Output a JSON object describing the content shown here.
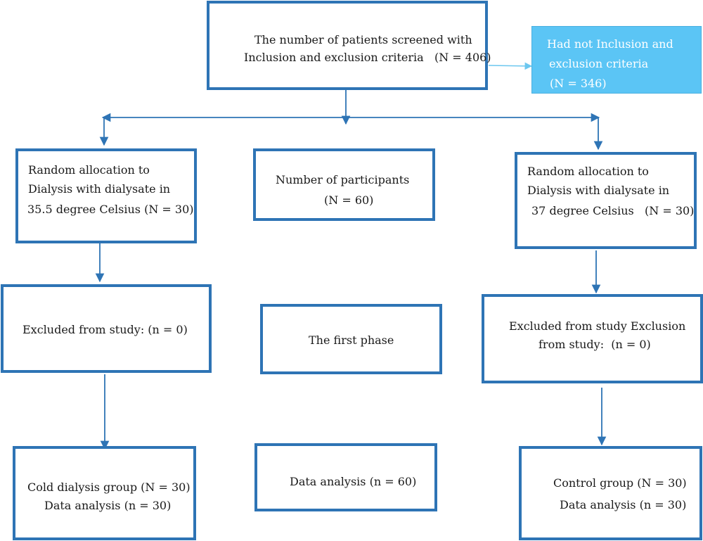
{
  "colors": {
    "box_border": "#2e74b5",
    "arrow": "#2e74b5",
    "side_fill": "#5bc5f5",
    "side_text": "#ffffff",
    "side_arrow": "#6cc7ef"
  },
  "screened": {
    "line1": "The number of patients screened with",
    "line2": "Inclusion and exclusion criteria   (N = 406)"
  },
  "not_included": {
    "line1": "Had not Inclusion and",
    "line2": "exclusion criteria",
    "line3": "(N = 346)"
  },
  "left_allocation": {
    "line1": "Random allocation to",
    "line2": "Dialysis with dialysate in",
    "line3": "35.5 degree Celsius (N = 30)"
  },
  "participants": {
    "line1": "Number of participants",
    "line2": "(N = 60)"
  },
  "right_allocation": {
    "line1": "Random allocation to",
    "line2": "Dialysis with dialysate in",
    "line3": "37 degree Celsius   (N = 30)"
  },
  "left_excluded": {
    "line1": "Excluded from study: (n = 0)"
  },
  "first_phase": {
    "line1": "The first phase"
  },
  "right_excluded": {
    "line1": "Excluded from study Exclusion",
    "line2": "from study:  (n = 0)"
  },
  "cold_group": {
    "line1": "Cold dialysis group (N = 30)",
    "line2": "Data analysis (n = 30)"
  },
  "data_analysis": {
    "line1": "Data analysis (n = 60)"
  },
  "control_group": {
    "line1": "Control group (N = 30)",
    "line2": "Data analysis (n = 30)"
  }
}
